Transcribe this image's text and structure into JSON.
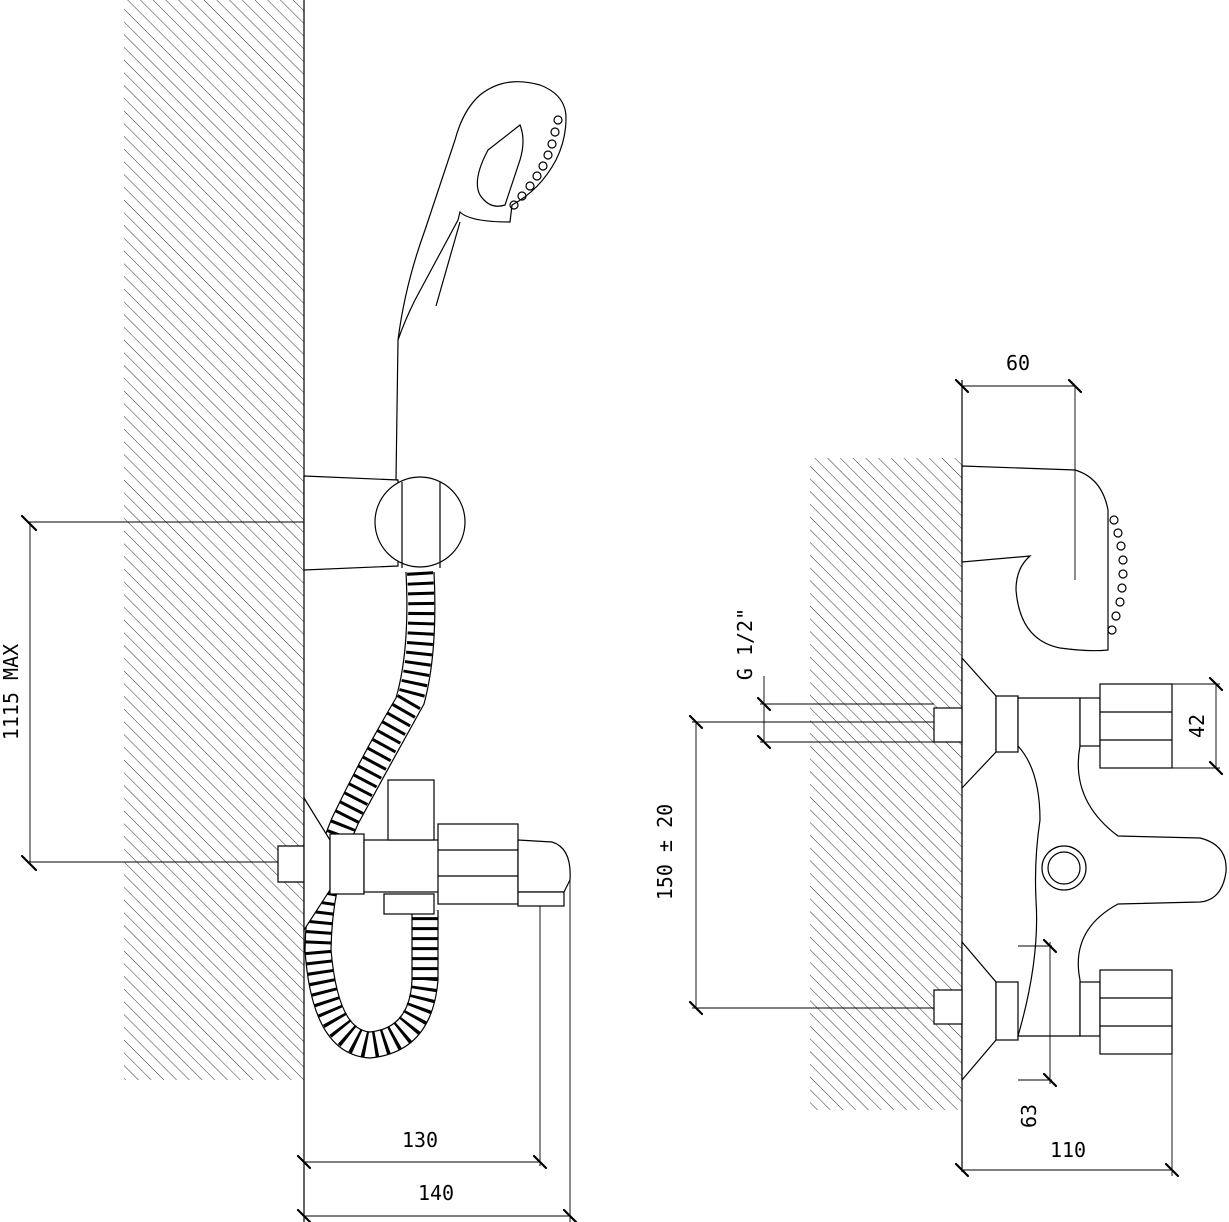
{
  "dimensions": {
    "shower_height": "1115 MAX",
    "spout_130": "130",
    "spout_140": "140",
    "depth_60": "60",
    "thread": "G 1/2\"",
    "inlet_spacing": "150 ± 20",
    "handle_42": "42",
    "depth_63": "63",
    "depth_110": "110"
  }
}
